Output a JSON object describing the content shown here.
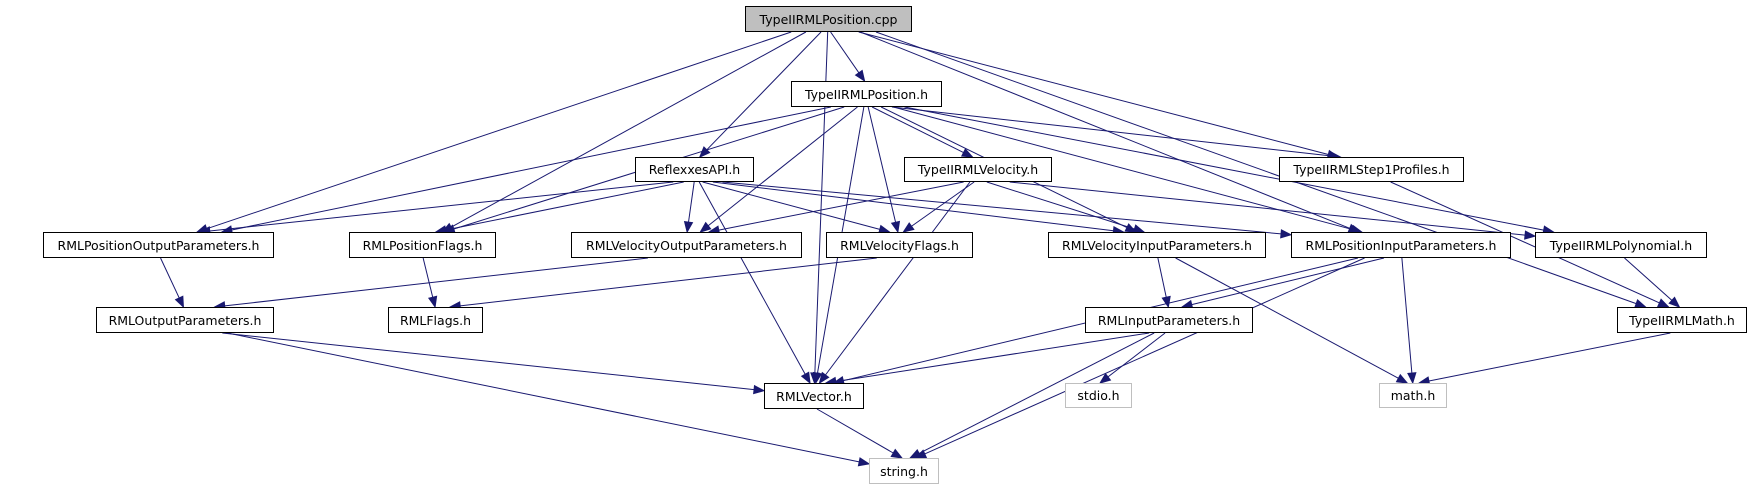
{
  "graph": {
    "edge_color": "#191970",
    "root_fill": "#bfbfbf",
    "external_border": "#bfbfbf",
    "nodes": [
      {
        "id": "cpp",
        "label": "TypeIIRMLPosition.cpp",
        "kind": "root"
      },
      {
        "id": "posh",
        "label": "TypeIIRMLPosition.h",
        "kind": "file"
      },
      {
        "id": "api",
        "label": "ReflexxesAPI.h",
        "kind": "file"
      },
      {
        "id": "velh",
        "label": "TypeIIRMLVelocity.h",
        "kind": "file"
      },
      {
        "id": "step1",
        "label": "TypeIIRMLStep1Profiles.h",
        "kind": "file"
      },
      {
        "id": "pop",
        "label": "RMLPositionOutputParameters.h",
        "kind": "file"
      },
      {
        "id": "pflags",
        "label": "RMLPositionFlags.h",
        "kind": "file"
      },
      {
        "id": "vop",
        "label": "RMLVelocityOutputParameters.h",
        "kind": "file"
      },
      {
        "id": "vflags",
        "label": "RMLVelocityFlags.h",
        "kind": "file"
      },
      {
        "id": "vip",
        "label": "RMLVelocityInputParameters.h",
        "kind": "file"
      },
      {
        "id": "pip",
        "label": "RMLPositionInputParameters.h",
        "kind": "file"
      },
      {
        "id": "poly",
        "label": "TypeIIRMLPolynomial.h",
        "kind": "file"
      },
      {
        "id": "op",
        "label": "RMLOutputParameters.h",
        "kind": "file"
      },
      {
        "id": "flags",
        "label": "RMLFlags.h",
        "kind": "file"
      },
      {
        "id": "ip",
        "label": "RMLInputParameters.h",
        "kind": "file"
      },
      {
        "id": "math2",
        "label": "TypeIIRMLMath.h",
        "kind": "file"
      },
      {
        "id": "vec",
        "label": "RMLVector.h",
        "kind": "file"
      },
      {
        "id": "stdio",
        "label": "stdio.h",
        "kind": "external"
      },
      {
        "id": "mathh",
        "label": "math.h",
        "kind": "external"
      },
      {
        "id": "string",
        "label": "string.h",
        "kind": "external"
      }
    ],
    "edges": [
      [
        "cpp",
        "posh"
      ],
      [
        "cpp",
        "api"
      ],
      [
        "cpp",
        "pop"
      ],
      [
        "cpp",
        "pflags"
      ],
      [
        "cpp",
        "vec"
      ],
      [
        "cpp",
        "pip"
      ],
      [
        "cpp",
        "step1"
      ],
      [
        "cpp",
        "math2"
      ],
      [
        "posh",
        "pop"
      ],
      [
        "posh",
        "pflags"
      ],
      [
        "posh",
        "vec"
      ],
      [
        "posh",
        "vop"
      ],
      [
        "posh",
        "vflags"
      ],
      [
        "posh",
        "velh"
      ],
      [
        "posh",
        "vip"
      ],
      [
        "posh",
        "pip"
      ],
      [
        "posh",
        "poly"
      ],
      [
        "posh",
        "step1"
      ],
      [
        "api",
        "pop"
      ],
      [
        "api",
        "pflags"
      ],
      [
        "api",
        "vop"
      ],
      [
        "api",
        "vflags"
      ],
      [
        "api",
        "vec"
      ],
      [
        "api",
        "vip"
      ],
      [
        "api",
        "pip"
      ],
      [
        "velh",
        "vop"
      ],
      [
        "velh",
        "vflags"
      ],
      [
        "velh",
        "vec"
      ],
      [
        "velh",
        "vip"
      ],
      [
        "velh",
        "poly"
      ],
      [
        "step1",
        "math2"
      ],
      [
        "pop",
        "op"
      ],
      [
        "pflags",
        "flags"
      ],
      [
        "vop",
        "op"
      ],
      [
        "vflags",
        "flags"
      ],
      [
        "vip",
        "ip"
      ],
      [
        "vip",
        "mathh"
      ],
      [
        "pip",
        "vec"
      ],
      [
        "pip",
        "ip"
      ],
      [
        "pip",
        "string"
      ],
      [
        "pip",
        "mathh"
      ],
      [
        "poly",
        "math2"
      ],
      [
        "op",
        "vec"
      ],
      [
        "op",
        "string"
      ],
      [
        "ip",
        "vec"
      ],
      [
        "ip",
        "stdio"
      ],
      [
        "ip",
        "string"
      ],
      [
        "math2",
        "mathh"
      ],
      [
        "vec",
        "string"
      ]
    ]
  }
}
